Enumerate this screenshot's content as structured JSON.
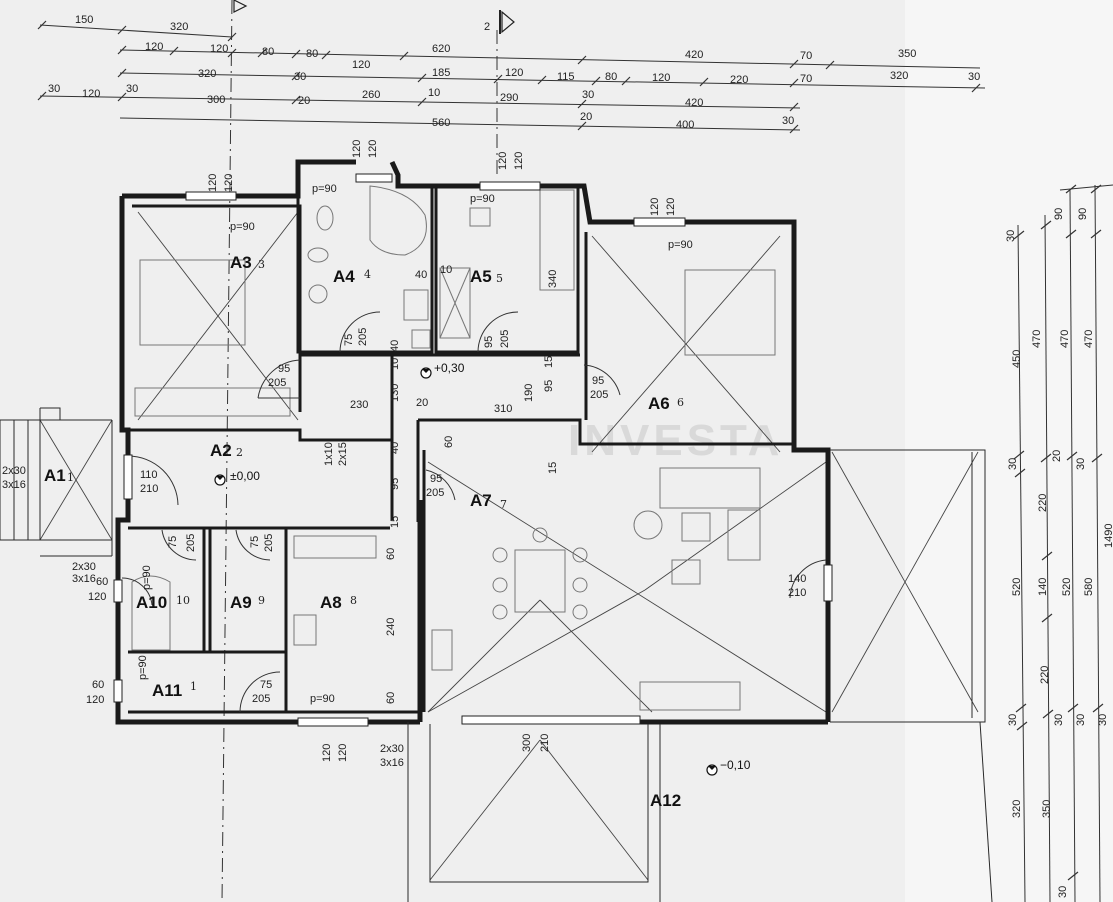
{
  "rooms": [
    {
      "id": "A1",
      "label": "A1",
      "sub": "1"
    },
    {
      "id": "A2",
      "label": "A2",
      "sub": "2"
    },
    {
      "id": "A3",
      "label": "A3",
      "sub": "3"
    },
    {
      "id": "A4",
      "label": "A4",
      "sub": "4"
    },
    {
      "id": "A5",
      "label": "A5",
      "sub": "5"
    },
    {
      "id": "A6",
      "label": "A6",
      "sub": "6"
    },
    {
      "id": "A7",
      "label": "A7",
      "sub": "7"
    },
    {
      "id": "A8",
      "label": "A8",
      "sub": "8"
    },
    {
      "id": "A9",
      "label": "A9",
      "sub": "9"
    },
    {
      "id": "A10",
      "label": "A10",
      "sub": "10"
    },
    {
      "id": "A11",
      "label": "A11",
      "sub": "1"
    },
    {
      "id": "A12",
      "label": "A12",
      "sub": ""
    }
  ],
  "levels": {
    "hall": "±0,00",
    "corridor": "+0,30",
    "terrace": "−0,10"
  },
  "section_marker": "2",
  "watermark": "INVESTA",
  "top_dims": {
    "row1": [
      "150",
      "320"
    ],
    "row2": [
      "120",
      "120",
      "80",
      "80",
      "120",
      "620",
      "420",
      "70",
      "350"
    ],
    "row3": [
      "320",
      "30",
      "185",
      "120",
      "115",
      "80",
      "120",
      "220",
      "70",
      "320",
      "30"
    ],
    "row4": [
      "30",
      "120",
      "30",
      "300",
      "20",
      "260",
      "10",
      "290",
      "30",
      "420"
    ],
    "row5": [
      "560",
      "20",
      "400",
      "30"
    ]
  },
  "right_dims": {
    "col1": [
      "30",
      "450",
      "30",
      "520",
      "30",
      "320"
    ],
    "col2": [
      "470",
      "20",
      "220",
      "140",
      "220",
      "30",
      "350"
    ],
    "col3": [
      "90",
      "470",
      "30",
      "520",
      "30",
      "30"
    ],
    "col4": [
      "90",
      "470",
      "580",
      "30"
    ],
    "total": "1490"
  },
  "openings": [
    {
      "id": "w-a3",
      "a": "120",
      "b": "120",
      "p": "p=90"
    },
    {
      "id": "w-a4",
      "a": "120",
      "b": "120",
      "p": "p=90"
    },
    {
      "id": "w-a5",
      "a": "120",
      "b": "120",
      "p": "p=90"
    },
    {
      "id": "w-a6",
      "a": "120",
      "b": "120",
      "p": "p=90"
    },
    {
      "id": "w-a8",
      "a": "120",
      "b": "120",
      "p": "p=90"
    },
    {
      "id": "w-a10",
      "a": "60",
      "b": "120",
      "p": "p=90"
    },
    {
      "id": "w-a11",
      "a": "60",
      "b": "120",
      "p": "p=90"
    },
    {
      "id": "w-a7",
      "a": "300",
      "b": "210",
      "p": ""
    }
  ],
  "doors": [
    {
      "id": "d-a3",
      "w": "95",
      "h": "205"
    },
    {
      "id": "d-a4",
      "w": "75",
      "h": "205"
    },
    {
      "id": "d-a5",
      "w": "95",
      "h": "205"
    },
    {
      "id": "d-a6",
      "w": "95",
      "h": "205"
    },
    {
      "id": "d-a7",
      "w": "95",
      "h": "205"
    },
    {
      "id": "d-a9",
      "w": "75",
      "h": "205"
    },
    {
      "id": "d-a10",
      "w": "75",
      "h": "205"
    },
    {
      "id": "d-a11",
      "w": "75",
      "h": "205"
    },
    {
      "id": "d-entry",
      "w": "110",
      "h": "210"
    },
    {
      "id": "d-a7-side",
      "w": "140",
      "h": "210"
    }
  ],
  "misc_dims": {
    "a5_height": "340",
    "a4_small": "40",
    "a4_small2": "10",
    "corr_230": "230",
    "corr_310": "310",
    "corr_130": "130",
    "corr_10": "10",
    "corr_40": "40",
    "corr_190": "190",
    "corr_15": "15",
    "corr_95": "95",
    "corr_20": "20",
    "a2_1x10": "1x10",
    "a2_2x15": "2x15",
    "a2_95": "95",
    "a2_40": "40",
    "a2_15": "15",
    "a7_60": "60",
    "a7_15": "15",
    "a8_240": "240",
    "a8_60a": "60",
    "a8_60b": "60",
    "steps_1": "2x30",
    "steps_1b": "3x16",
    "steps_2": "2x30",
    "steps_2b": "3x16",
    "steps_3": "2x30",
    "steps_3b": "3x16"
  }
}
